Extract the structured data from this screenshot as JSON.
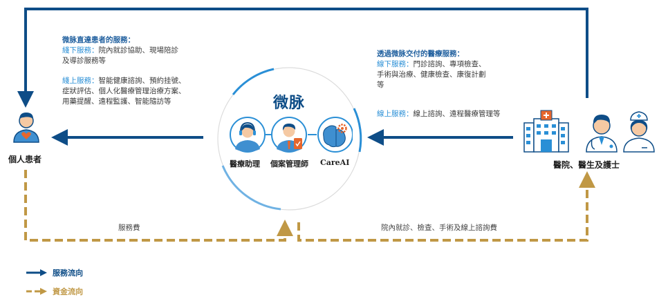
{
  "colors": {
    "service_flow": "#0e4d87",
    "money_flow": "#c09845",
    "accent_blue": "#2a8fd6",
    "heading_blue": "#1f5f9e"
  },
  "center": {
    "brand": "微脉",
    "roles": [
      {
        "label": "醫療助理",
        "icon": "medical-assistant-headset-icon"
      },
      {
        "label": "個案管理師",
        "icon": "case-manager-clipboard-icon"
      },
      {
        "label": "CareAI",
        "icon": "brain-gear-ai-icon"
      }
    ]
  },
  "left_node": {
    "label": "個人患者",
    "icon": "patient-heart-icon"
  },
  "right_node": {
    "label": "醫院、醫生及護士",
    "icons": [
      "hospital-icon",
      "doctor-icon",
      "nurse-icon"
    ]
  },
  "left_services": {
    "heading": "微脉直達患者的服務：",
    "offline_label": "綫下服務：",
    "offline_text_1": "院內就診協助、現場陪診",
    "offline_text_2": "及導診服務等",
    "online_label": "綫上服務：",
    "online_text_1": "智能健康諮詢、預約挂號、",
    "online_text_2": "症狀評估、個人化醫療管理治療方案、",
    "online_text_3": "用藥提醒、遠程監護、智能隨訪等"
  },
  "right_services": {
    "heading": "透過微脉交付的醫療服務：",
    "offline_label": "線下服務：",
    "offline_text_1": "門診諮詢、專項檢查、",
    "offline_text_2": "手術與治療、健康檢查、康復計劃",
    "offline_text_3": "等",
    "online_label": "線上服務：",
    "online_text_1": "線上諮詢、遠程醫療管理等"
  },
  "fees": {
    "left": "服務費",
    "right": "院內就診、檢查、手術及線上諮詢費"
  },
  "legend": {
    "service_flow": "服務流向",
    "money_flow": "資金流向"
  }
}
